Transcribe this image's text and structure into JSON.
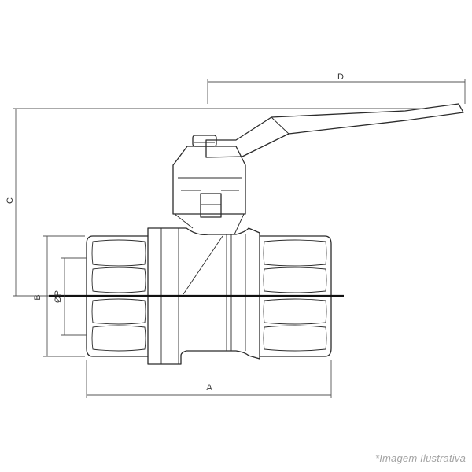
{
  "dimensions": {
    "a": "A",
    "b": "B",
    "c": "C",
    "d": "D",
    "p": "ØP"
  },
  "caption": "*Imagem Ilustrativa"
}
